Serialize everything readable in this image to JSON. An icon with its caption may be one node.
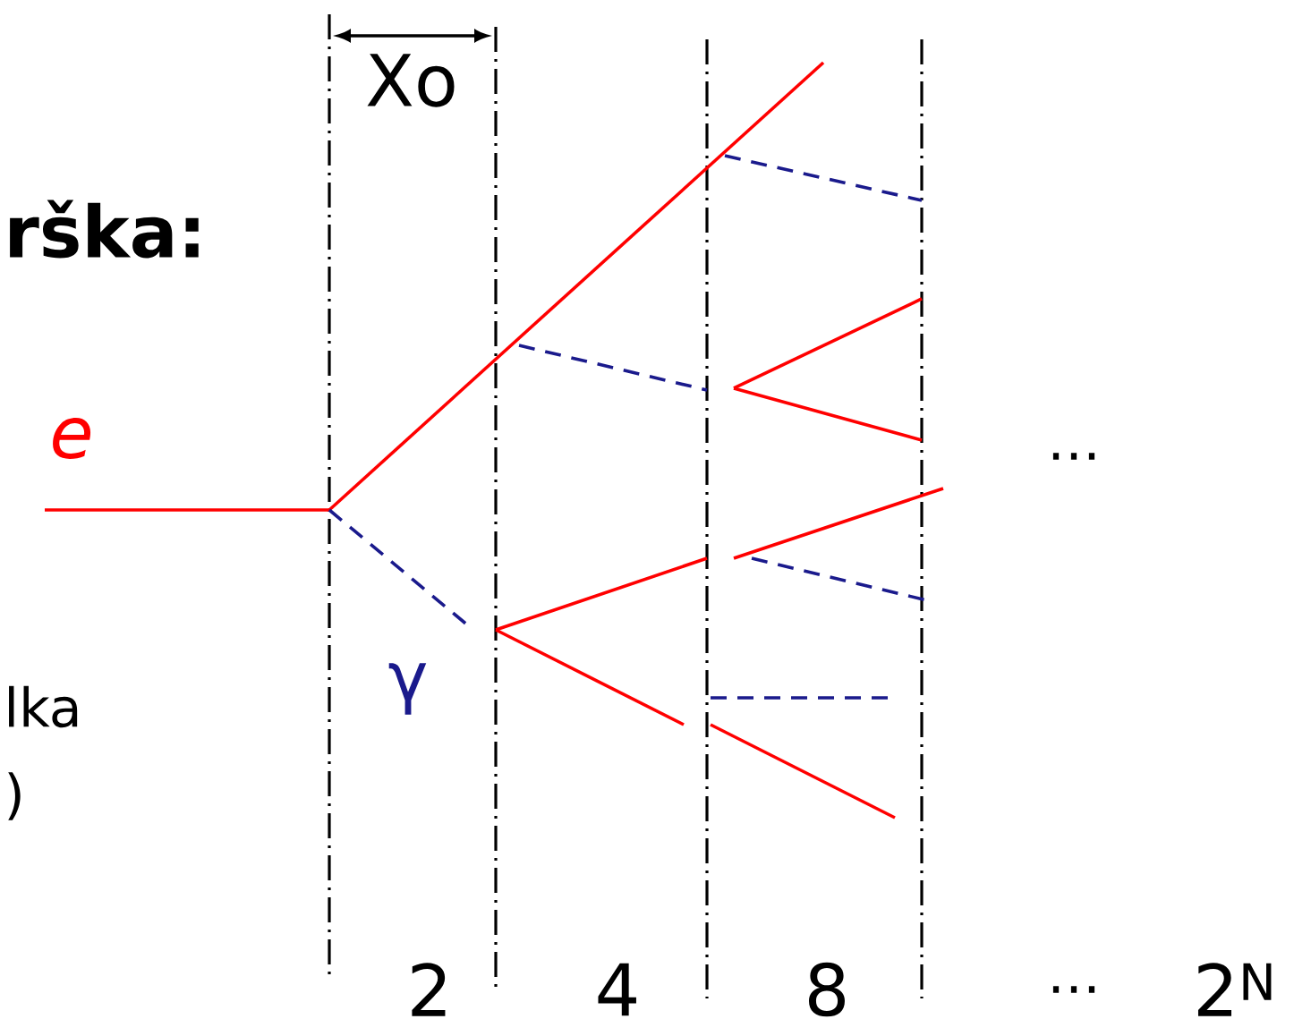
{
  "diagram": {
    "labels": [
      "rška:",
      "Xo",
      "e",
      "γ",
      "lka",
      ")",
      "…",
      "2",
      "4",
      "8",
      "…",
      "2$^{N}$"
    ]
  }
}
